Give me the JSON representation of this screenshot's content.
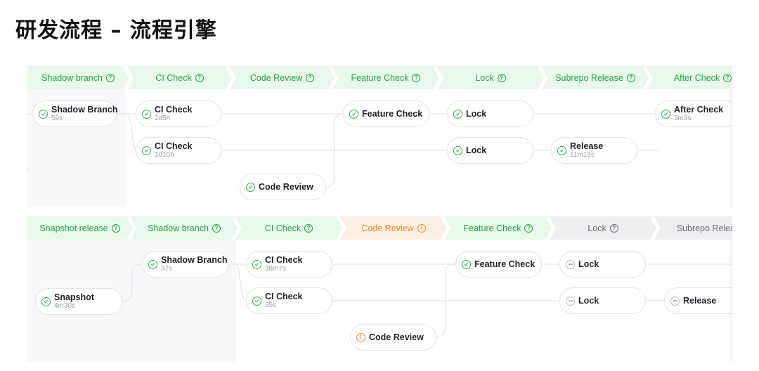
{
  "page": {
    "title": "研发流程 – 流程引擎"
  },
  "colors": {
    "success": "#27a344",
    "success_bg": "#e8f8ea",
    "warning": "#e98a2d",
    "warning_bg": "#fdf0e3",
    "pending": "#6b7079",
    "pending_bg": "#eeeff1"
  },
  "pipeline1": {
    "stages": [
      {
        "label": "Shadow branch",
        "status": "success"
      },
      {
        "label": "CI Check",
        "status": "success"
      },
      {
        "label": "Code Review",
        "status": "success"
      },
      {
        "label": "Feature Check",
        "status": "success"
      },
      {
        "label": "Lock",
        "status": "success"
      },
      {
        "label": "Subrepo Release",
        "status": "success"
      },
      {
        "label": "After Check",
        "status": "success"
      }
    ],
    "nodes": {
      "shadow_branch": {
        "name": "Shadow Branch",
        "time": "59s",
        "status": "success"
      },
      "ci_check_1": {
        "name": "CI Check",
        "time": "2d5h",
        "status": "success"
      },
      "ci_check_2": {
        "name": "CI Check",
        "time": "1d10h",
        "status": "success"
      },
      "code_review": {
        "name": "Code Review",
        "time": "",
        "status": "success"
      },
      "feature_check": {
        "name": "Feature Check",
        "time": "",
        "status": "success"
      },
      "lock_1": {
        "name": "Lock",
        "time": "",
        "status": "success"
      },
      "lock_2": {
        "name": "Lock",
        "time": "",
        "status": "success"
      },
      "release": {
        "name": "Release",
        "time": "11m19s",
        "status": "success"
      },
      "after_check": {
        "name": "After Check",
        "time": "3m3s",
        "status": "success"
      }
    }
  },
  "pipeline2": {
    "stages": [
      {
        "label": "Snapshot release",
        "status": "success"
      },
      {
        "label": "Shadow branch",
        "status": "success"
      },
      {
        "label": "CI Check",
        "status": "success"
      },
      {
        "label": "Code Review",
        "status": "warning"
      },
      {
        "label": "Feature Check",
        "status": "success"
      },
      {
        "label": "Lock",
        "status": "pending"
      },
      {
        "label": "Subrepo Release",
        "status": "pending"
      }
    ],
    "nodes": {
      "snapshot": {
        "name": "Snapshot",
        "time": "4m30s",
        "status": "success"
      },
      "shadow_branch": {
        "name": "Shadow Branch",
        "time": "37s",
        "status": "success"
      },
      "ci_check_1": {
        "name": "CI Check",
        "time": "38m7s",
        "status": "success"
      },
      "ci_check_2": {
        "name": "CI Check",
        "time": "35s",
        "status": "success"
      },
      "code_review": {
        "name": "Code Review",
        "time": "",
        "status": "warning"
      },
      "feature_check": {
        "name": "Feature Check",
        "time": "",
        "status": "success"
      },
      "lock_1": {
        "name": "Lock",
        "time": "",
        "status": "pending"
      },
      "lock_2": {
        "name": "Lock",
        "time": "",
        "status": "pending"
      },
      "release": {
        "name": "Release",
        "time": "",
        "status": "pending"
      }
    }
  }
}
